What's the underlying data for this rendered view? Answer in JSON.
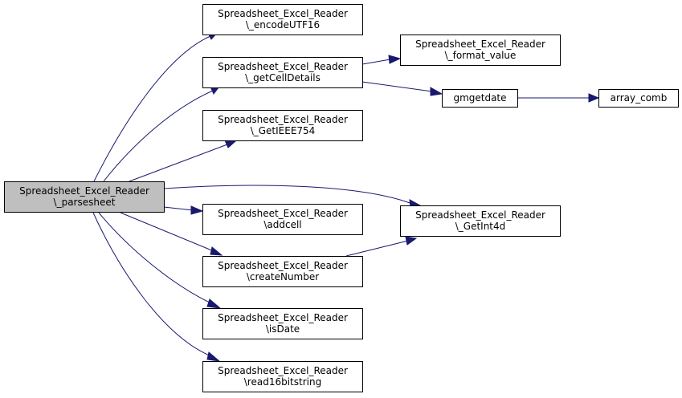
{
  "diagram": {
    "type": "call-graph",
    "colors": {
      "edge": "#191970",
      "focus_fill": "#bfbfbf",
      "node_fill": "#ffffff",
      "border": "#000000"
    },
    "nodes": [
      {
        "id": "parsesheet",
        "lines": [
          "Spreadsheet_Excel_Reader",
          "\\_parsesheet"
        ],
        "focus": true
      },
      {
        "id": "encodeUTF16",
        "lines": [
          "Spreadsheet_Excel_Reader",
          "\\_encodeUTF16"
        ]
      },
      {
        "id": "getCellDetails",
        "lines": [
          "Spreadsheet_Excel_Reader",
          "\\_getCellDetails"
        ]
      },
      {
        "id": "GetIEEE754",
        "lines": [
          "Spreadsheet_Excel_Reader",
          "\\_GetIEEE754"
        ]
      },
      {
        "id": "addcell",
        "lines": [
          "Spreadsheet_Excel_Reader",
          "\\addcell"
        ]
      },
      {
        "id": "createNumber",
        "lines": [
          "Spreadsheet_Excel_Reader",
          "\\createNumber"
        ]
      },
      {
        "id": "isDate",
        "lines": [
          "Spreadsheet_Excel_Reader",
          "\\isDate"
        ]
      },
      {
        "id": "read16bitstring",
        "lines": [
          "Spreadsheet_Excel_Reader",
          "\\read16bitstring"
        ]
      },
      {
        "id": "format_value",
        "lines": [
          "Spreadsheet_Excel_Reader",
          "\\_format_value"
        ]
      },
      {
        "id": "gmgetdate",
        "lines": [
          "gmgetdate"
        ]
      },
      {
        "id": "GetInt4d",
        "lines": [
          "Spreadsheet_Excel_Reader",
          "\\_GetInt4d"
        ]
      },
      {
        "id": "array_comb",
        "lines": [
          "array_comb"
        ]
      }
    ],
    "edges": [
      {
        "from": "parsesheet",
        "to": "encodeUTF16"
      },
      {
        "from": "parsesheet",
        "to": "getCellDetails"
      },
      {
        "from": "parsesheet",
        "to": "GetIEEE754"
      },
      {
        "from": "parsesheet",
        "to": "GetInt4d"
      },
      {
        "from": "parsesheet",
        "to": "addcell"
      },
      {
        "from": "parsesheet",
        "to": "createNumber"
      },
      {
        "from": "parsesheet",
        "to": "isDate"
      },
      {
        "from": "parsesheet",
        "to": "read16bitstring"
      },
      {
        "from": "getCellDetails",
        "to": "format_value"
      },
      {
        "from": "getCellDetails",
        "to": "gmgetdate"
      },
      {
        "from": "gmgetdate",
        "to": "array_comb"
      },
      {
        "from": "createNumber",
        "to": "GetInt4d"
      }
    ]
  }
}
